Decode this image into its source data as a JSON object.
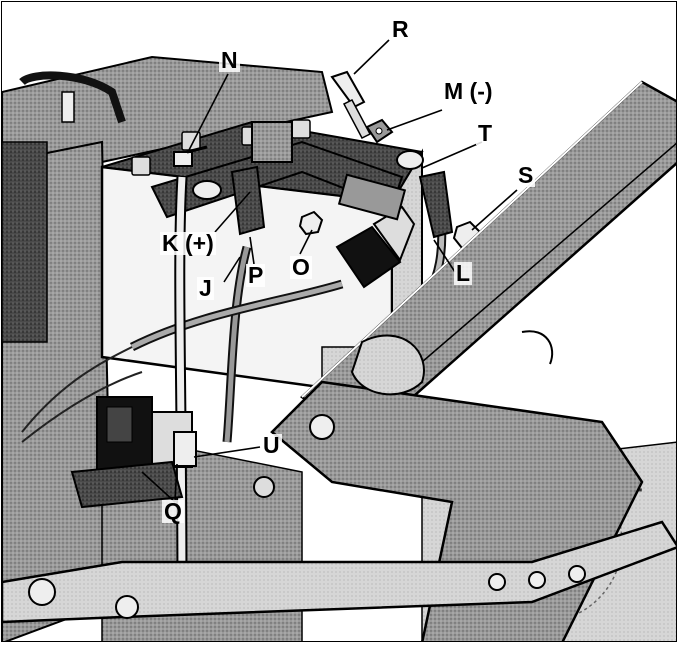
{
  "diagram": {
    "callouts": [
      {
        "id": "R",
        "text": "R"
      },
      {
        "id": "N",
        "text": "N"
      },
      {
        "id": "M",
        "text": "M (-)"
      },
      {
        "id": "T",
        "text": "T"
      },
      {
        "id": "S",
        "text": "S"
      },
      {
        "id": "K",
        "text": "K (+)"
      },
      {
        "id": "P",
        "text": "P"
      },
      {
        "id": "O",
        "text": "O"
      },
      {
        "id": "J",
        "text": "J"
      },
      {
        "id": "L",
        "text": "L"
      },
      {
        "id": "U",
        "text": "U"
      },
      {
        "id": "Q",
        "text": "Q"
      }
    ]
  }
}
